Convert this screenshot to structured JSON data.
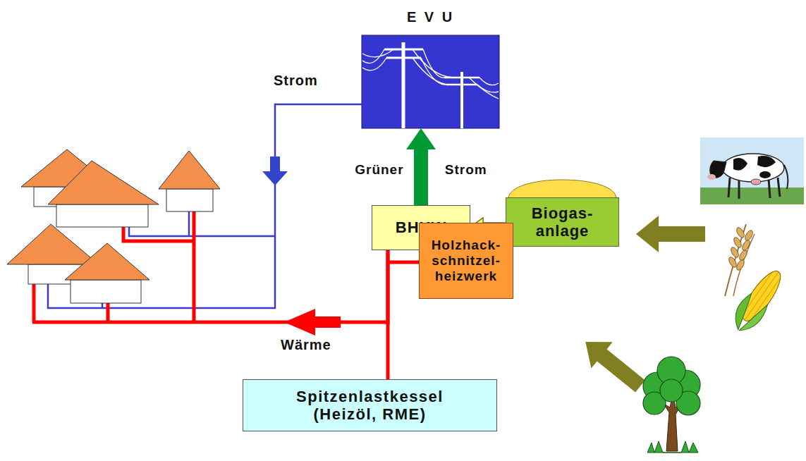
{
  "diagram": {
    "nodes": [
      {
        "text": [
          "E V U"
        ]
      },
      {
        "text": [
          "BHKW"
        ]
      },
      {
        "text": [
          "Biogas- anlage"
        ]
      },
      {
        "text": [
          "Holzhack- schnitzel- heizwerk"
        ]
      },
      {
        "text": [
          "Spitzenlastkessel (Heizöl, RME)"
        ]
      }
    ],
    "edges": [
      {
        "from": 2,
        "to": 1,
        "arrow": "to"
      },
      {
        "from": 1,
        "to": 0,
        "label": "Grüner Strom",
        "arrow": "to"
      },
      {
        "from": 1,
        "to": 4,
        "arrow": "none"
      }
    ],
    "labels": [
      "Strom",
      "Wärme"
    ]
  }
}
